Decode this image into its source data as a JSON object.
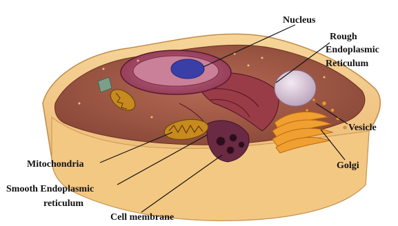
{
  "labels": {
    "nucleus": "Nucleus",
    "rough_er_line1": "Rough",
    "rough_er_line2": "Endoplasmic",
    "rough_er_line3": "Reticulum",
    "vesicle": "Vesicle",
    "golgi": "Golgi",
    "mitochondria": "Mitochondria",
    "smooth_er_line1": "Smooth  Endoplasmic",
    "smooth_er_line2": "reticulum",
    "cell_membrane": "Cell membrane"
  },
  "colors": {
    "background": "#ffffff",
    "cell_wall": "#f0c27c",
    "cytoplasm": "#d4a15c",
    "nucleus": "#b0526a",
    "nucleolus": "#3a3fa8",
    "rough_er": "#7a2a3a",
    "mitochondria": "#c88a1e",
    "golgi": "#e8921f",
    "vesicle": "#d8c8d8"
  }
}
